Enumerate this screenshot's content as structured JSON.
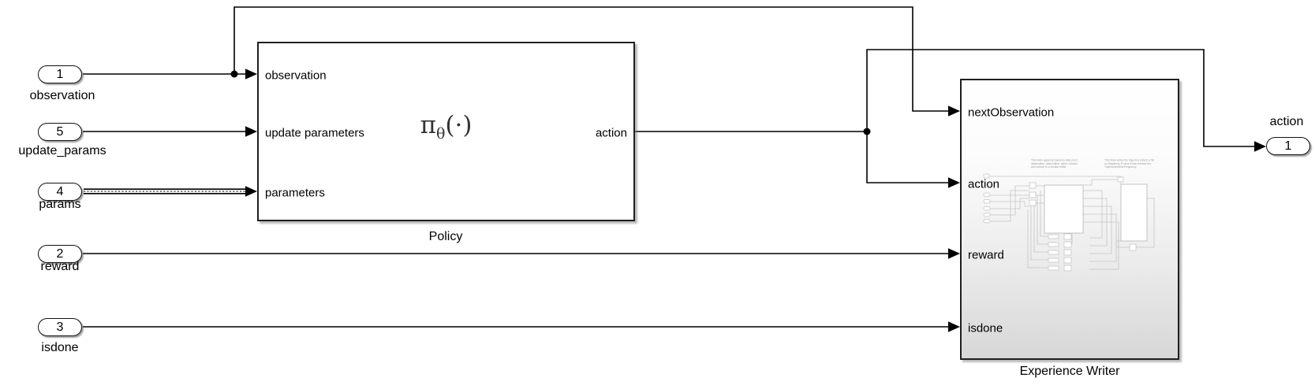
{
  "colors": {
    "background": "#ffffff",
    "wire": "#000000",
    "block_border": "#1f1f1f",
    "block_fill": "#ffffff",
    "experience_writer_fill_bottom": "#d7d7d7",
    "preview_stroke": "#c5c5c5",
    "symbol_color": "#333333"
  },
  "inports": [
    {
      "number": "1",
      "label": "observation"
    },
    {
      "number": "5",
      "label": "update_params"
    },
    {
      "number": "4",
      "label": "params"
    },
    {
      "number": "2",
      "label": "reward"
    },
    {
      "number": "3",
      "label": "isdone"
    }
  ],
  "policy": {
    "name": "Policy",
    "ports_in": [
      "observation",
      "update parameters",
      "parameters"
    ],
    "port_out": "action",
    "symbol_main": "π",
    "symbol_sub": "θ",
    "symbol_tail": "(·)"
  },
  "experience_writer": {
    "name": "Experience Writer",
    "ports_in": [
      "nextObservation",
      "action",
      "reward",
      "isdone"
    ],
    "preview_note_left": "This block appends trajectory data (next observation, observation, action, reward, and isdone) to a circular buffer.",
    "preview_note_right": "This block writes the trajectory data to a file on Raspberry Pi once it has reached the TrajectoriesWriteFrequency."
  },
  "outport": {
    "number": "1",
    "label": "action"
  }
}
